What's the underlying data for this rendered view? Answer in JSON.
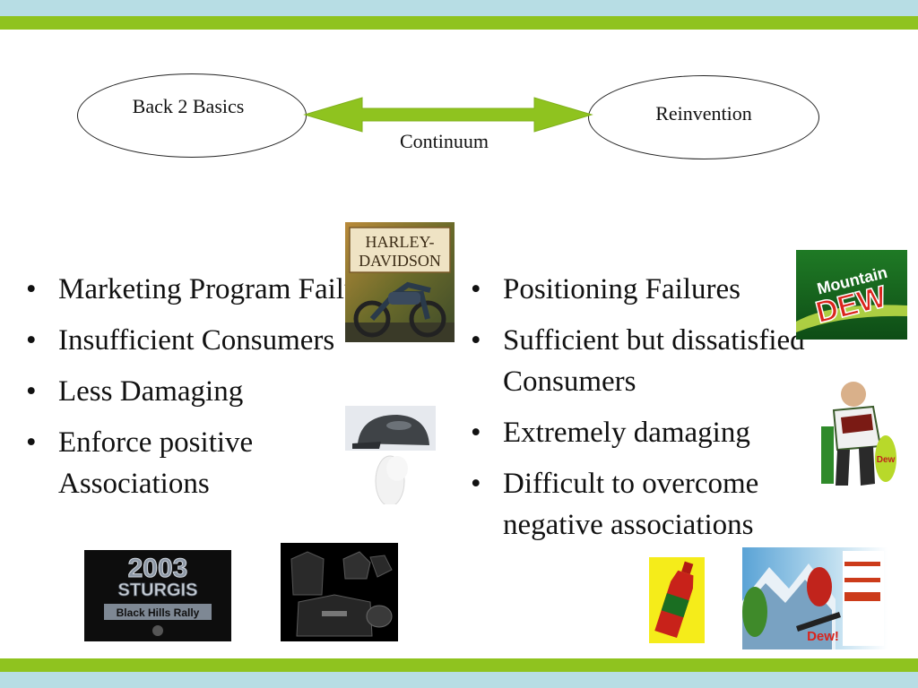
{
  "diagram": {
    "left_node": "Back 2 Basics",
    "right_node": "Reinvention",
    "connector_label": "Continuum",
    "arrow_color": "#8fc31f"
  },
  "left_column": {
    "bullets": [
      "Marketing Program Failures",
      "Insufficient Consumers",
      "Less Damaging",
      "Enforce positive Associations"
    ]
  },
  "right_column": {
    "bullets": [
      "Positioning Failures",
      "Sufficient but dissatisfied Consumers",
      "Extremely damaging",
      "Difficult to overcome negative associations"
    ]
  },
  "images": {
    "harley_book": {
      "line1": "HARLEY-",
      "line2": "DAVIDSON"
    },
    "sturgis": {
      "year": "2003",
      "name": "STURGIS",
      "subtitle": "Black Hills Rally"
    },
    "mountain_dew_logo": {
      "line1": "Mountain",
      "line2": "DEW"
    },
    "dew_can": "Dew",
    "dew_ad": "Dew!"
  },
  "colors": {
    "accent_green": "#8fc31f",
    "accent_blue": "#b7dde4"
  }
}
